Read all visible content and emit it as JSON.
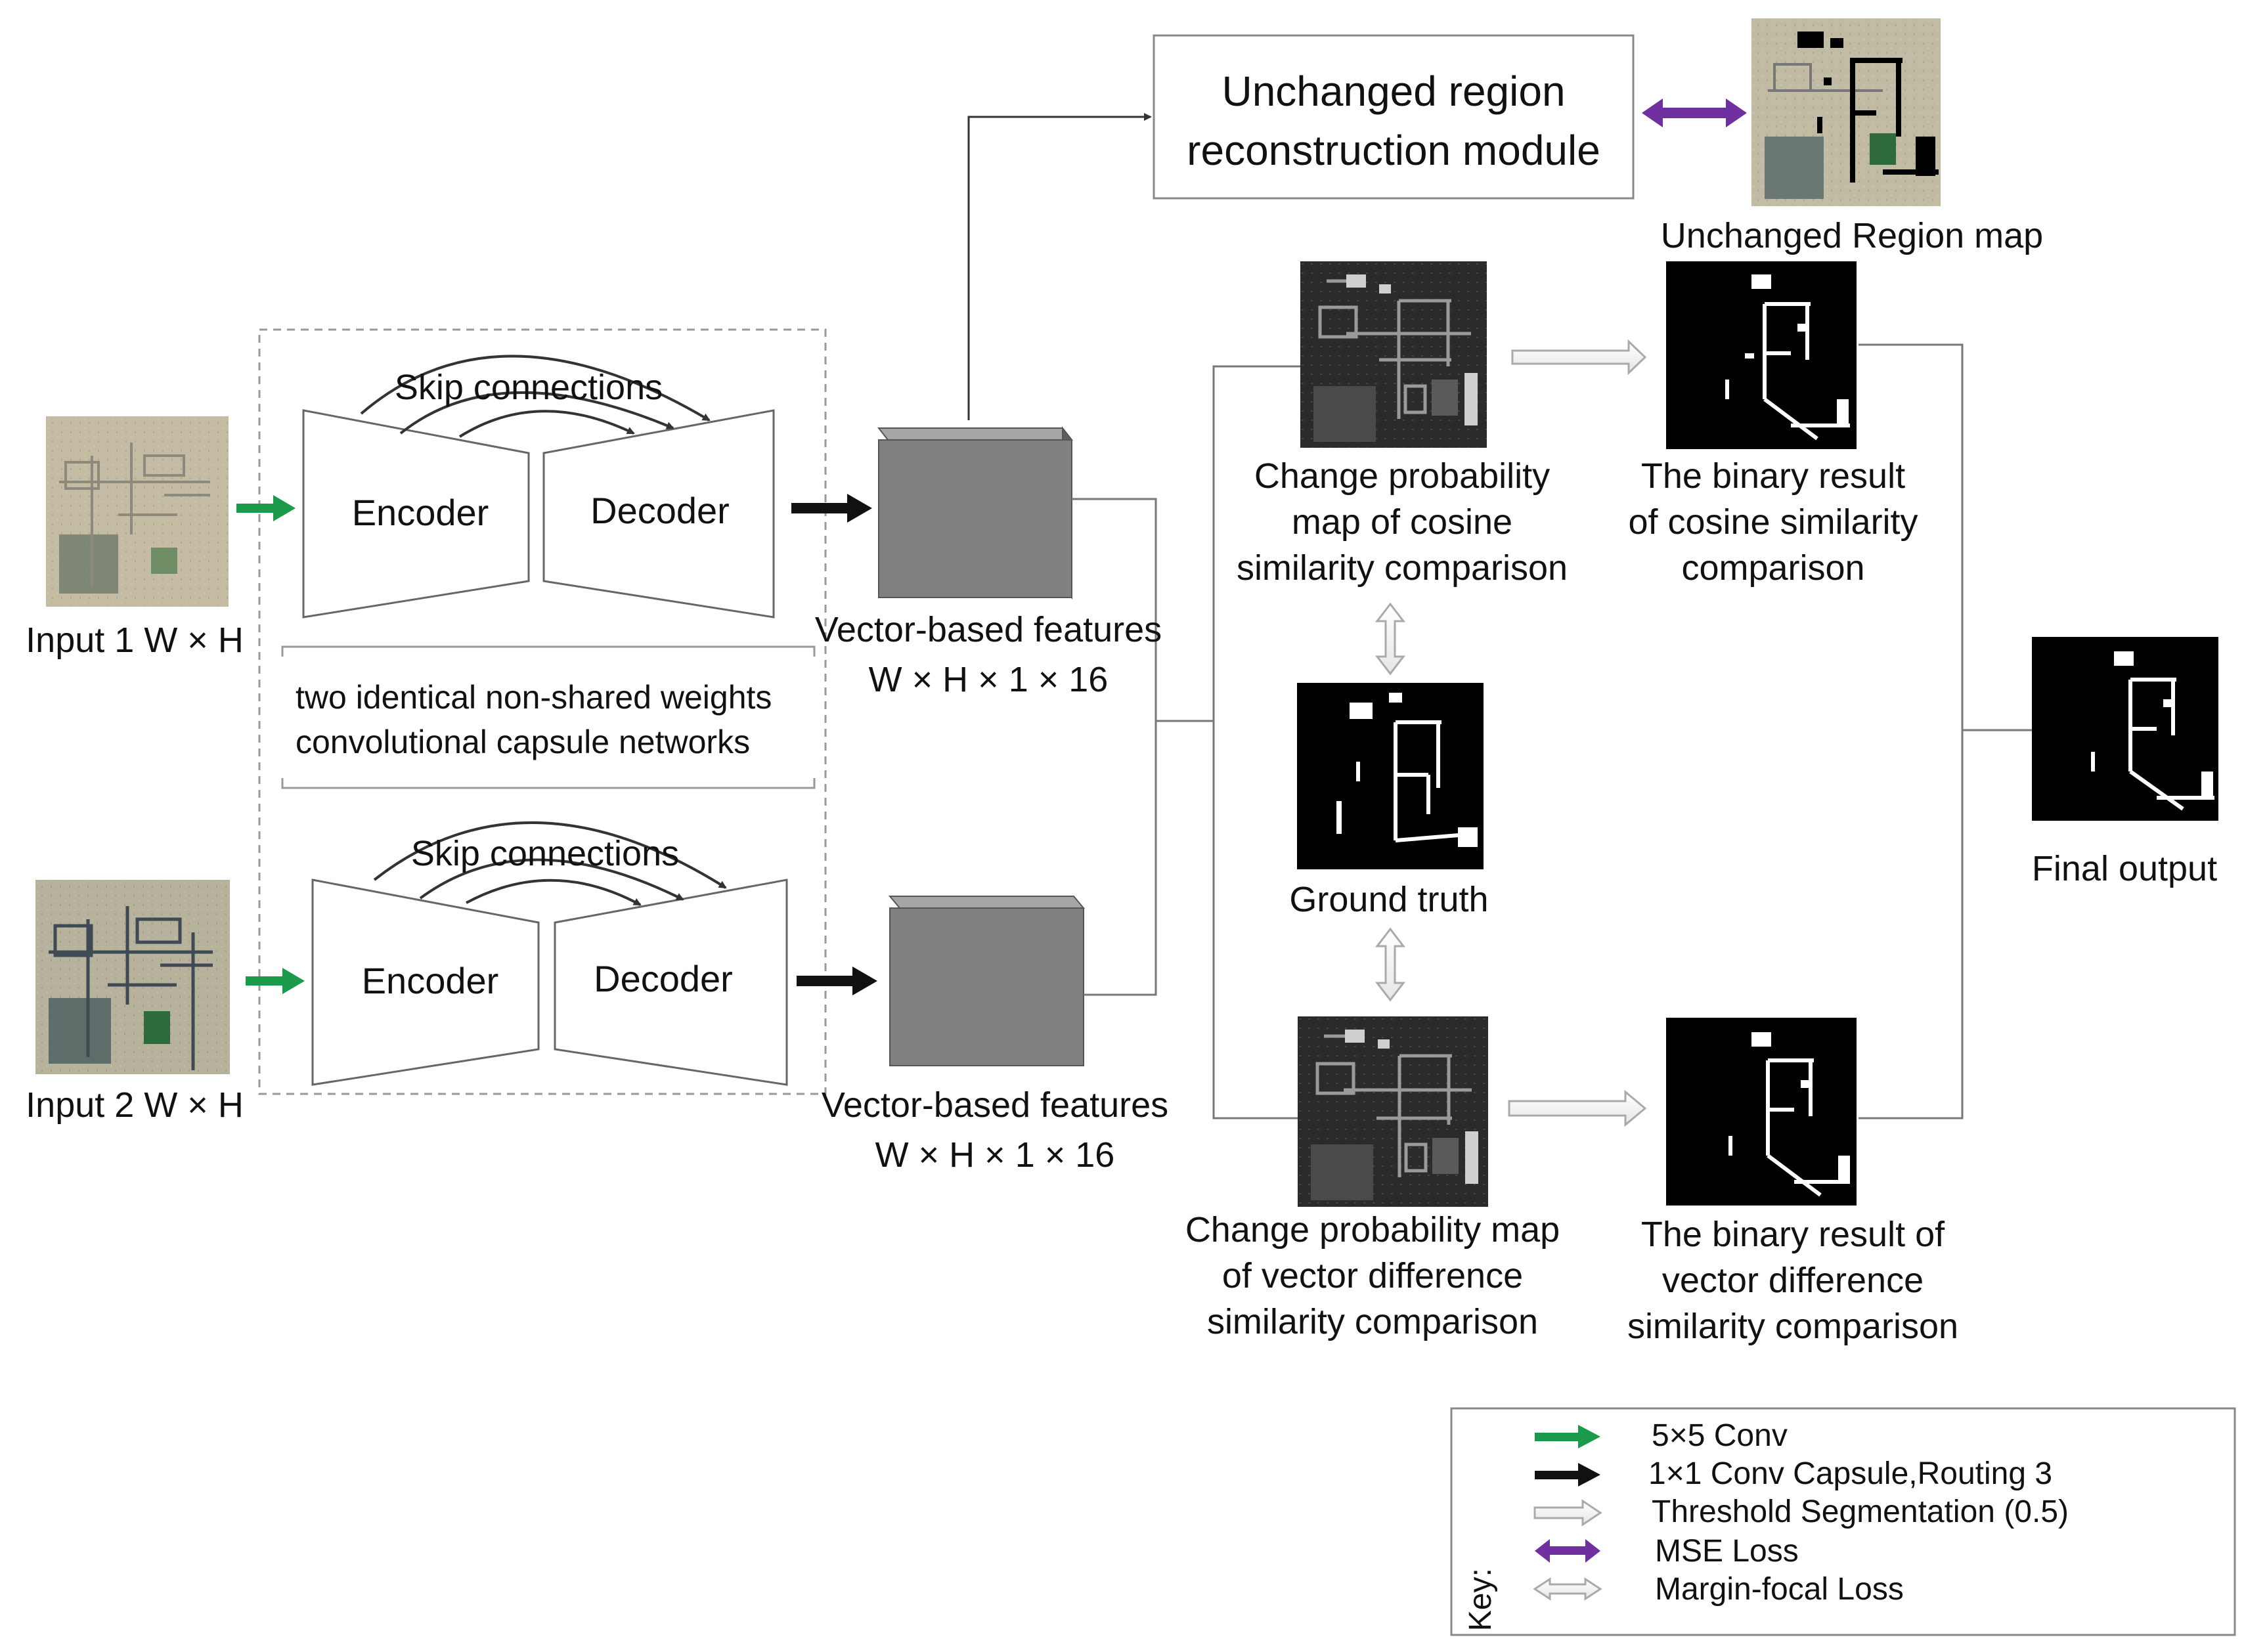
{
  "labels": {
    "input1": "Input 1  W × H",
    "input2": "Input 2  W × H",
    "skip_top": "Skip connections",
    "skip_bottom": "Skip connections",
    "encoder_top": "Encoder",
    "decoder_top": "Decoder",
    "encoder_bottom": "Encoder",
    "decoder_bottom": "Decoder",
    "siamese_note_line1": "two identical non-shared weights",
    "siamese_note_line2": "convolutional capsule networks",
    "vec_feat_top_line1": "Vector-based features",
    "vec_feat_top_line2": "W × H × 1 × 16",
    "vec_feat_bottom_line1": "Vector-based features",
    "vec_feat_bottom_line2": "W × H × 1 × 16",
    "urrm_line1": "Unchanged region",
    "urrm_line2": "reconstruction module",
    "unchanged_map": "Unchanged Region map",
    "cos_prob": "Change probability\nmap of cosine\nsimilarity comparison",
    "cos_bin": "The binary result\nof cosine similarity\ncomparison",
    "ground_truth": "Ground truth",
    "vd_prob": "Change probability map\nof vector difference\nsimilarity comparison",
    "vd_bin": "The binary result of\nvector difference\nsimilarity comparison",
    "final_output": "Final output"
  },
  "legend": {
    "key_label": "Key:",
    "items": [
      {
        "label": "5×5 Conv",
        "arrow": "green-arrow"
      },
      {
        "label": "1×1 Conv Capsule,Routing 3",
        "arrow": "black-arrow"
      },
      {
        "label": "Threshold Segmentation (0.5)",
        "arrow": "hollow-arrow"
      },
      {
        "label": "MSE Loss",
        "arrow": "purple-double-arrow"
      },
      {
        "label": "Margin-focal Loss",
        "arrow": "hollow-double-arrow"
      }
    ]
  },
  "colors": {
    "conv_arrow": "#1a9a4a",
    "capsule_arrow": "#111111",
    "mse_arrow": "#7030a0",
    "feature_cube": "#808080",
    "satellite_bg": "#b9b29a"
  }
}
